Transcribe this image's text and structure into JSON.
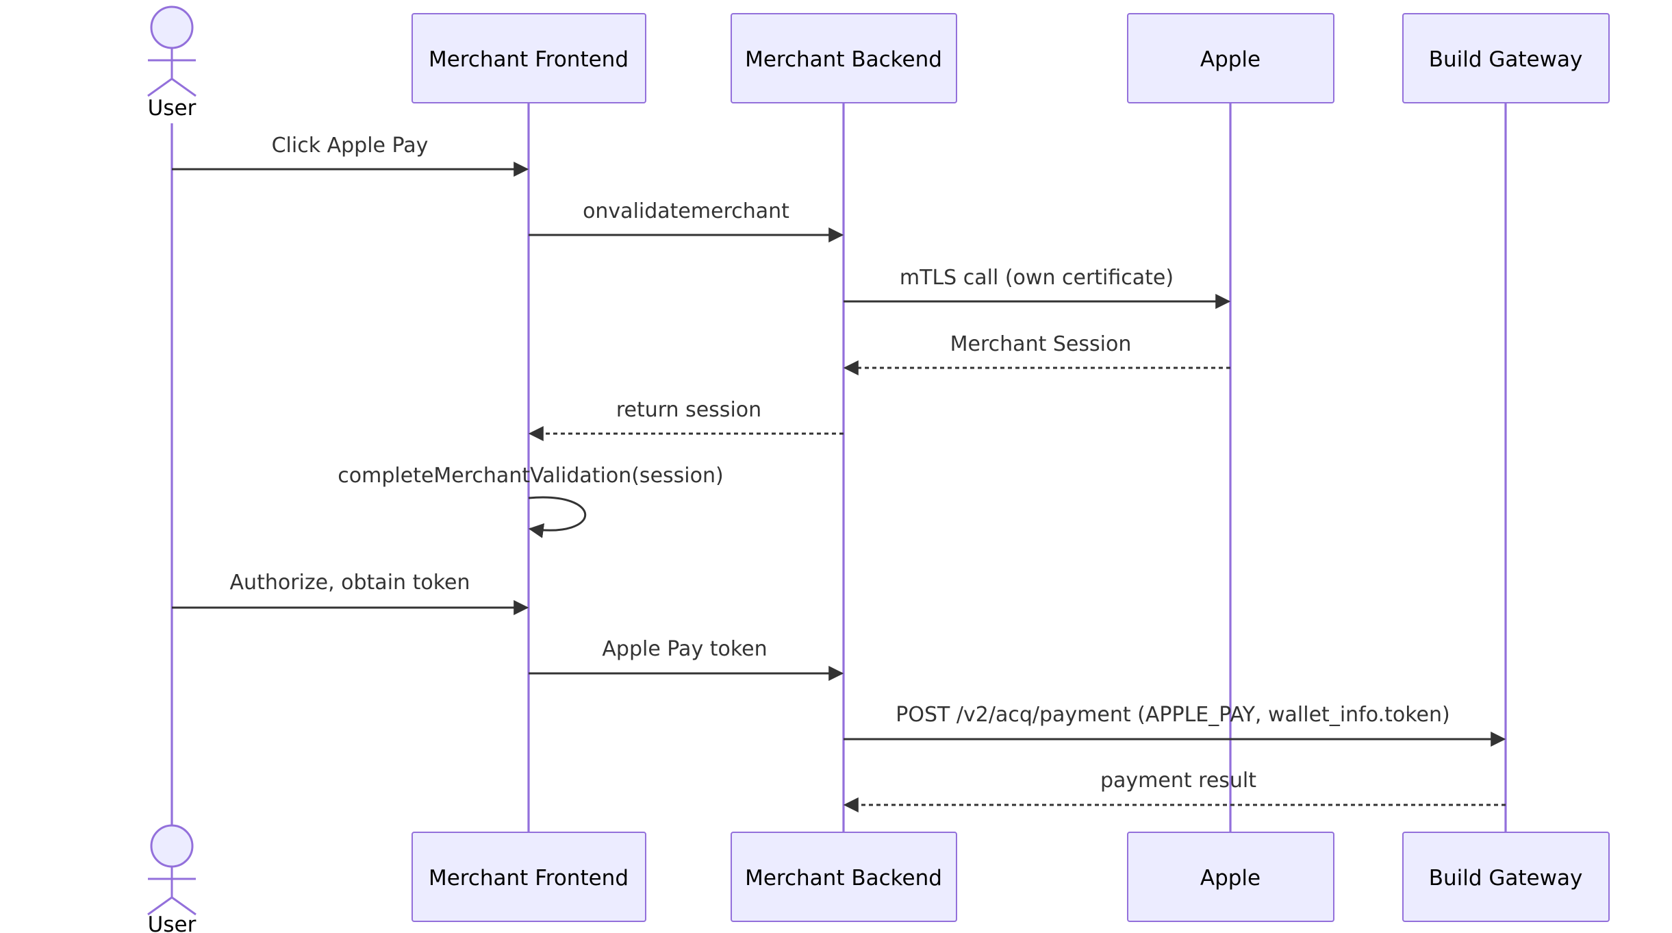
{
  "participants": [
    {
      "id": "user",
      "label": "User",
      "kind": "actor"
    },
    {
      "id": "frontend",
      "label": "Merchant Frontend",
      "kind": "box"
    },
    {
      "id": "backend",
      "label": "Merchant Backend",
      "kind": "box"
    },
    {
      "id": "apple",
      "label": "Apple",
      "kind": "box"
    },
    {
      "id": "gateway",
      "label": "Build Gateway",
      "kind": "box"
    }
  ],
  "messages": [
    {
      "from": "user",
      "to": "frontend",
      "text": "Click Apple Pay",
      "style": "solid"
    },
    {
      "from": "frontend",
      "to": "backend",
      "text": "onvalidatemerchant",
      "style": "solid"
    },
    {
      "from": "backend",
      "to": "apple",
      "text": "mTLS call (own certificate)",
      "style": "solid"
    },
    {
      "from": "apple",
      "to": "backend",
      "text": "Merchant Session",
      "style": "dotted"
    },
    {
      "from": "backend",
      "to": "frontend",
      "text": "return session",
      "style": "dotted"
    },
    {
      "from": "frontend",
      "to": "frontend",
      "text": "completeMerchantValidation(session)",
      "style": "solid"
    },
    {
      "from": "user",
      "to": "frontend",
      "text": "Authorize, obtain token",
      "style": "solid"
    },
    {
      "from": "frontend",
      "to": "backend",
      "text": "Apple Pay token",
      "style": "solid"
    },
    {
      "from": "backend",
      "to": "gateway",
      "text": "POST /v2/acq/payment (APPLE_PAY, wallet_info.token)",
      "style": "solid"
    },
    {
      "from": "gateway",
      "to": "backend",
      "text": "payment result",
      "style": "dotted"
    }
  ],
  "colors": {
    "box_fill": "#ececff",
    "box_stroke": "#9370db",
    "line": "#333333"
  }
}
